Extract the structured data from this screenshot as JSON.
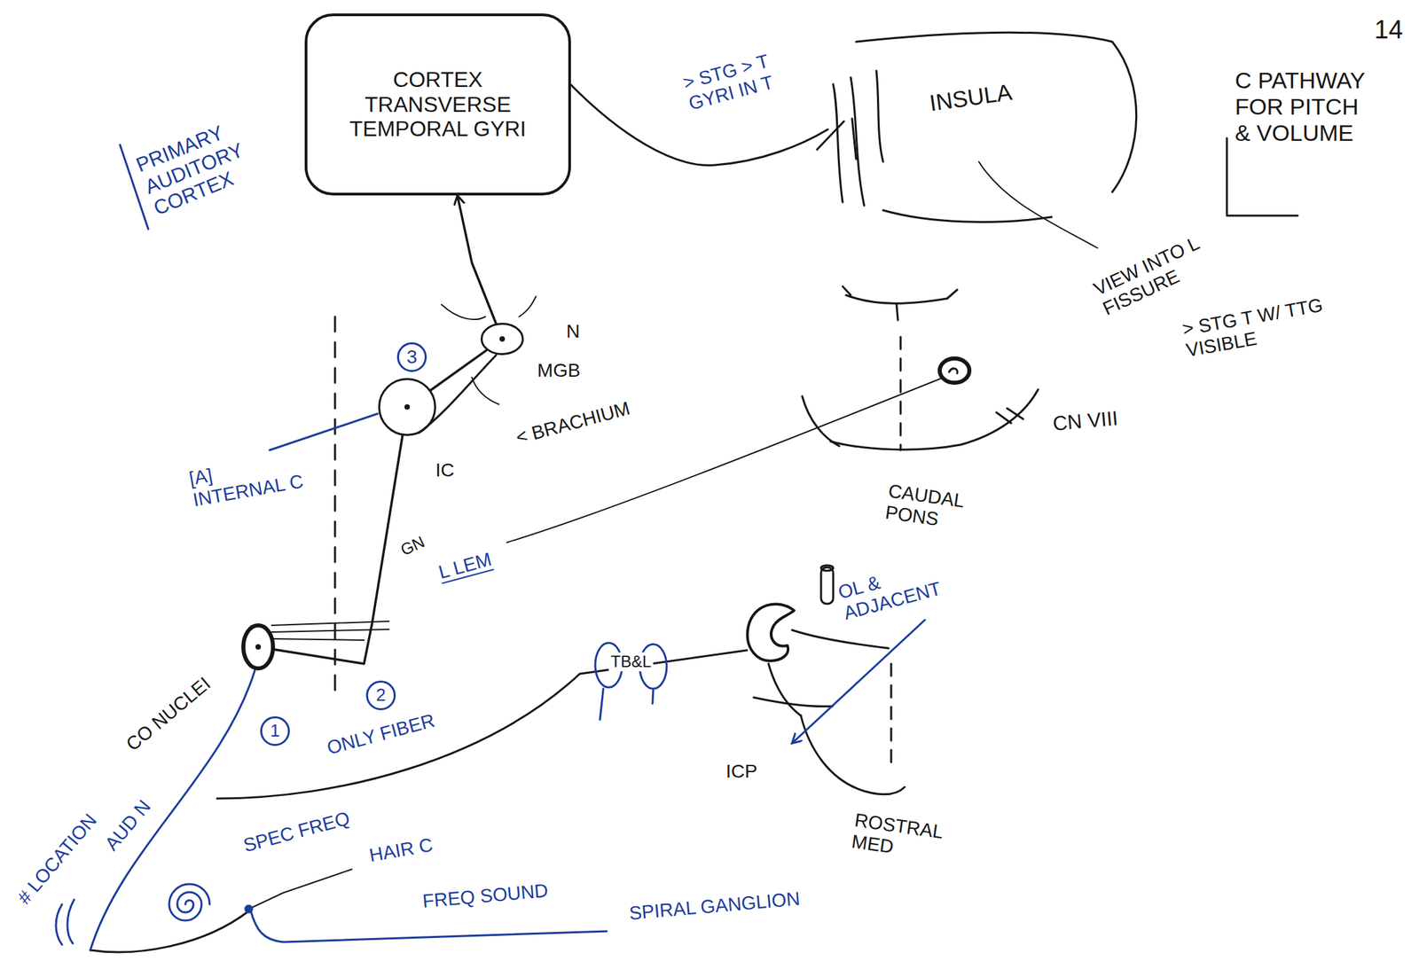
{
  "diagram": {
    "title": "C PATHWAY FOR PITCH & VOLUME",
    "nodes": [
      {
        "text": [
          "CORTEX TRANSVERSE TEMPORAL GYRI"
        ]
      },
      {
        "text": [
          "MGB"
        ]
      },
      {
        "text": [
          "IC"
        ]
      },
      {
        "text": [
          "CO NUCLEI"
        ]
      }
    ],
    "edges": [
      {
        "from": 3,
        "to": 2,
        "arrow": "none"
      },
      {
        "from": 2,
        "to": 1,
        "arrow": "none"
      },
      {
        "from": 1,
        "to": 0,
        "arrow": "to"
      }
    ],
    "labels": [
      "14",
      "PRIMARY AUDITORY CORTEX",
      "> STG > T GYRI IN T",
      "INSULA",
      "VIEW INTO L FISSURE",
      "> STG T W/ TTG VISIBLE",
      "3",
      "N",
      "< BRACHIUM",
      "[A] INTERNAL C",
      "CN VIII",
      "CAUDAL PONS",
      "GN",
      "L LEM",
      "OL & ADJACENT",
      "TB&L",
      "2",
      "1",
      "ICP",
      "ONLY FIBER",
      "# LOCATION",
      "AUD N",
      "SPEC FREQ",
      "ROSTRAL MED",
      "HAIR C",
      "FREQ SOUND",
      "SPIRAL GANGLION"
    ]
  }
}
